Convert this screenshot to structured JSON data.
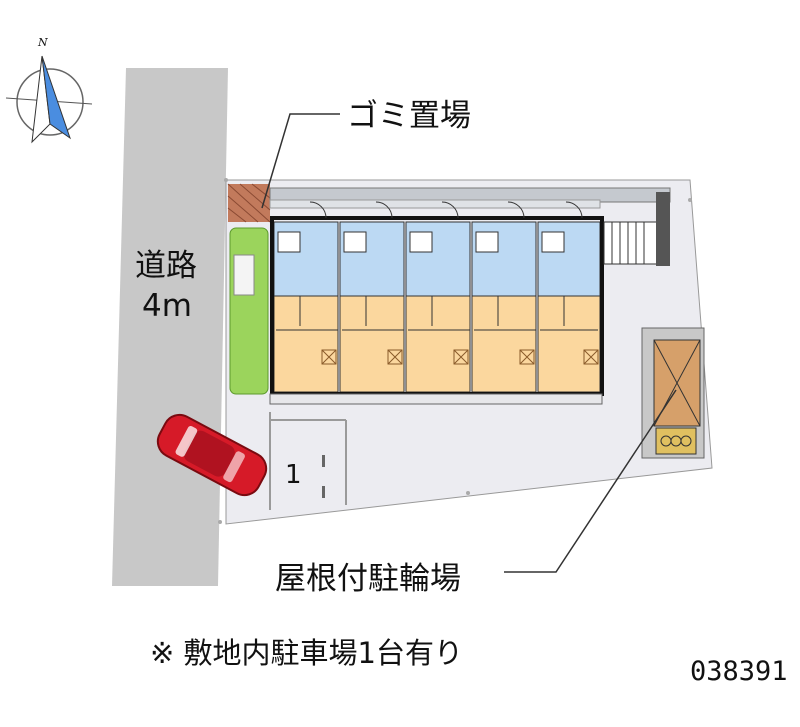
{
  "compass": {
    "north_label": "N",
    "icon": "compass-icon"
  },
  "road": {
    "name": "道路",
    "width": "4m"
  },
  "labels": {
    "garbage": "ゴミ置場",
    "bicycle_parking": "屋根付駐輪場",
    "parking_space_number": "1"
  },
  "note": "※ 敷地内駐車場1台有り",
  "property_id": "038391",
  "building": {
    "units": 5
  },
  "colors": {
    "road": "#c8c8c8",
    "site": "#ececf1",
    "wet_area": "#bcd9f3",
    "room": "#fbd79e",
    "greenery": "#9bd45c",
    "garbage": "#c27a5c",
    "bike_roof": "#d6a06a",
    "car": "#d61a28"
  }
}
